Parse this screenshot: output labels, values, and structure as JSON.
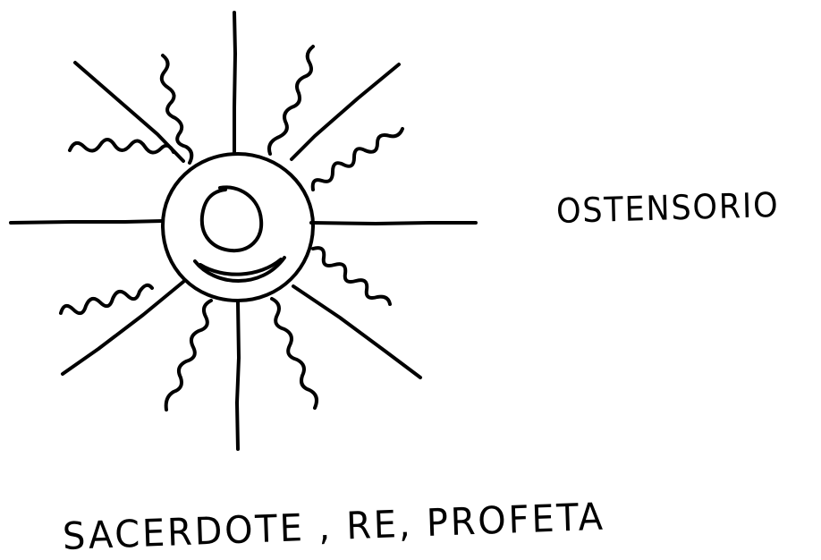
{
  "sketch": {
    "side_label": "OSTENSORIO",
    "caption": "SACERDOTE , RE, PROFETA",
    "ink_color": "#000000",
    "paper_color": "#ffffff",
    "straight_ray_count": 8,
    "wavy_ray_count": 8
  }
}
